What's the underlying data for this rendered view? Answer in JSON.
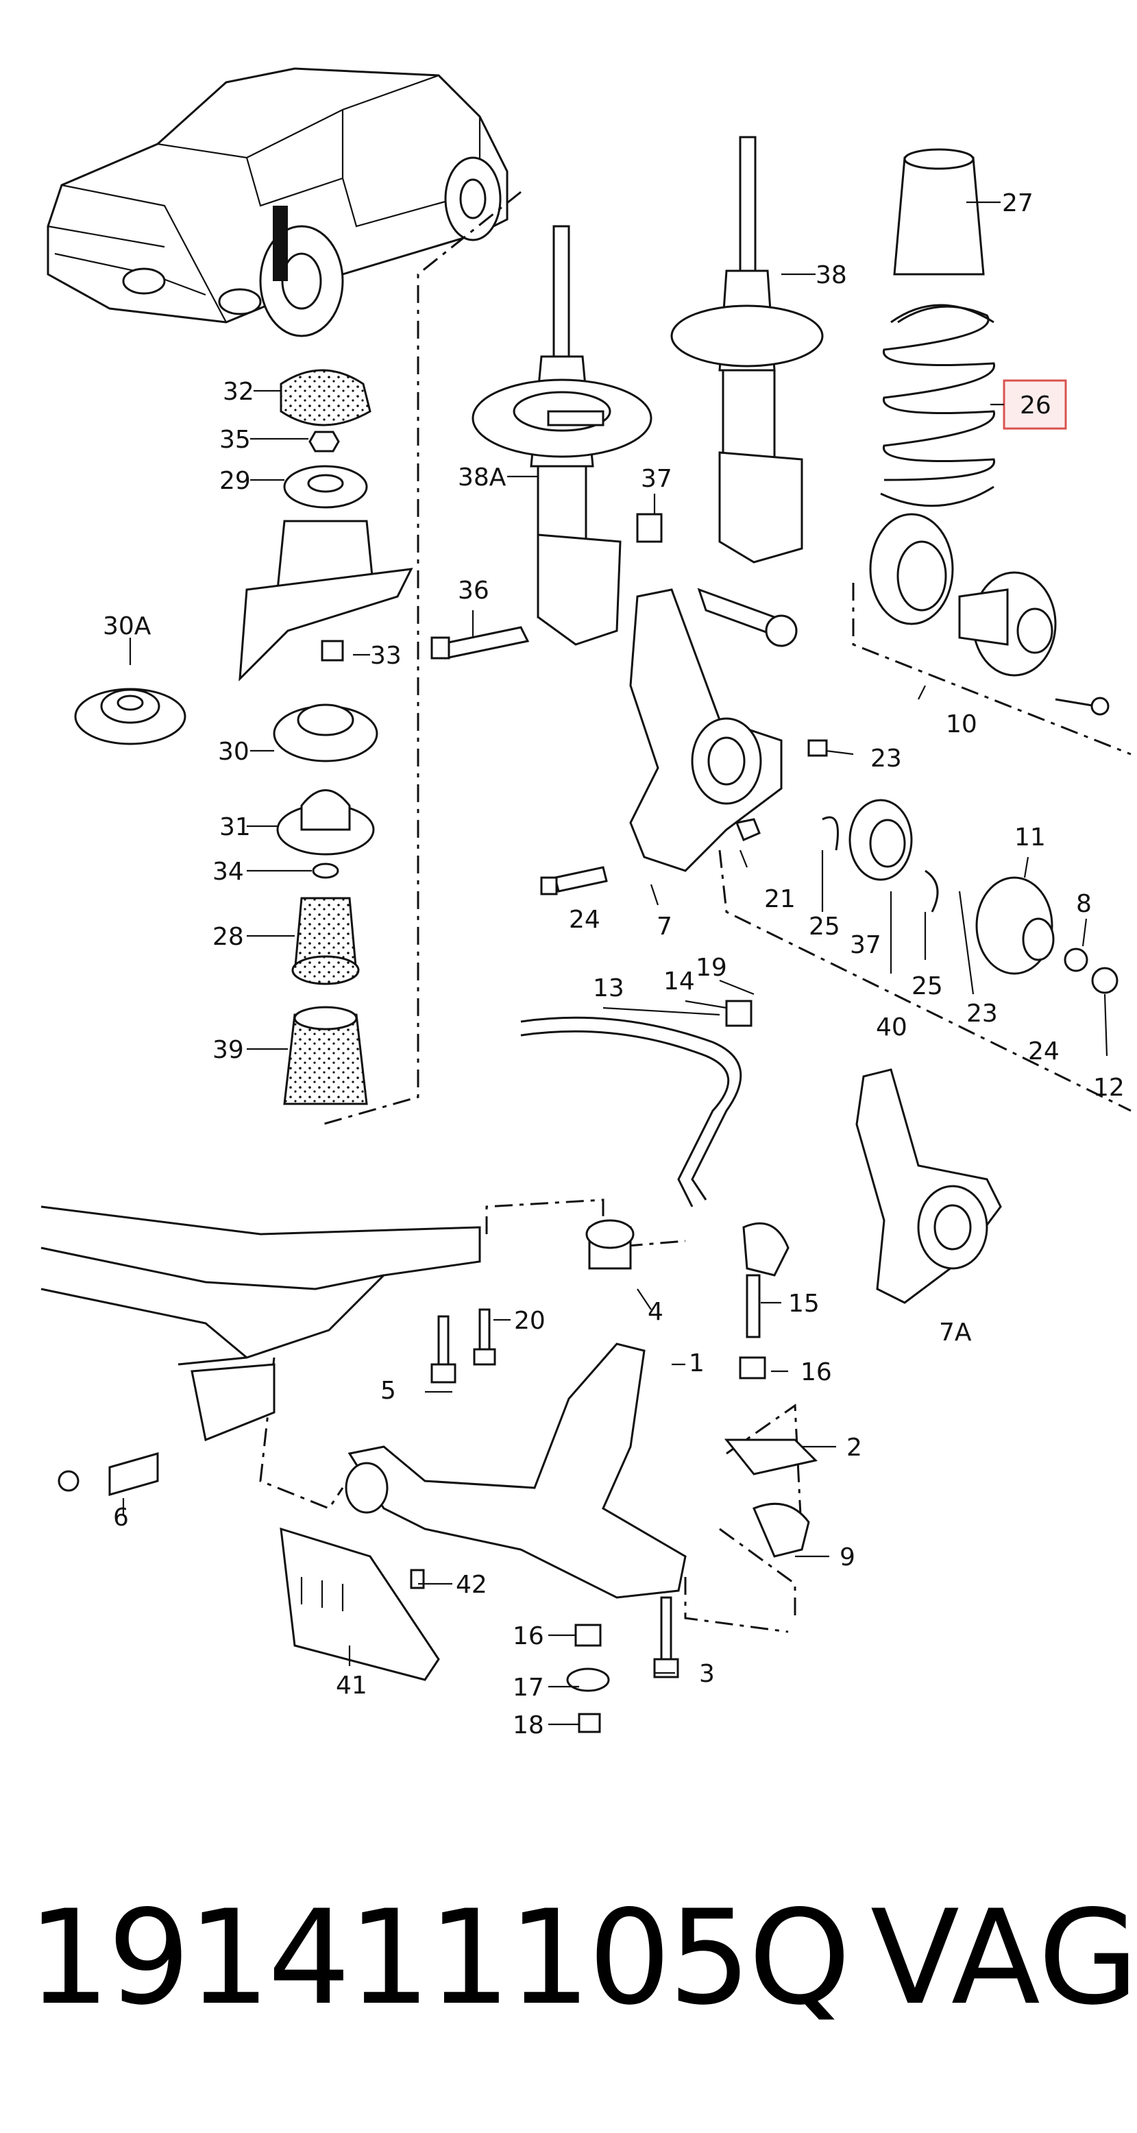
{
  "diagram": {
    "callouts": {
      "c1": "1",
      "c2": "2",
      "c3": "3",
      "c4": "4",
      "c5": "5",
      "c6": "6",
      "c7": "7",
      "c7a": "7A",
      "c8": "8",
      "c9": "9",
      "c10": "10",
      "c11": "11",
      "c12": "12",
      "c13": "13",
      "c14": "14",
      "c15": "15",
      "c16a": "16",
      "c16b": "16",
      "c17": "17",
      "c18": "18",
      "c19": "19",
      "c20": "20",
      "c21": "21",
      "c23a": "23",
      "c23b": "23",
      "c24a": "24",
      "c24b": "24",
      "c25a": "25",
      "c25b": "25",
      "c26": "26",
      "c27": "27",
      "c28": "28",
      "c29": "29",
      "c30": "30",
      "c30a": "30A",
      "c31": "31",
      "c32": "32",
      "c33": "33",
      "c34": "34",
      "c35": "35",
      "c36": "36",
      "c37a": "37",
      "c37b": "37",
      "c38": "38",
      "c38a": "38A",
      "c39": "39",
      "c40": "40",
      "c41": "41",
      "c42": "42"
    },
    "highlighted_callout": "26",
    "highlight_color": "#d9534f"
  },
  "caption": {
    "part_number": "191411105Q",
    "brand": "VAG"
  }
}
